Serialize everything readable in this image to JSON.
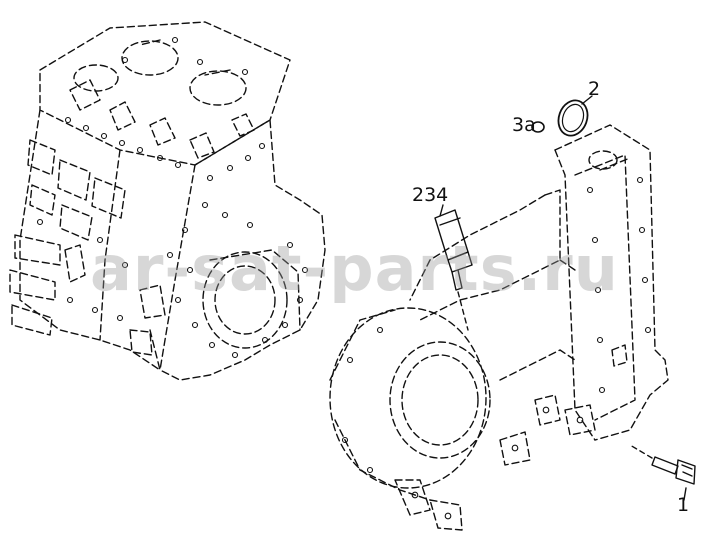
{
  "labels": {
    "part_1": "1",
    "part_2": "2",
    "part_3a": "3a",
    "part_234": "234"
  },
  "watermark": "ar-sat-parts.ru",
  "colors": {
    "ink": "#111111",
    "background": "#ffffff",
    "watermark": "#969696"
  }
}
